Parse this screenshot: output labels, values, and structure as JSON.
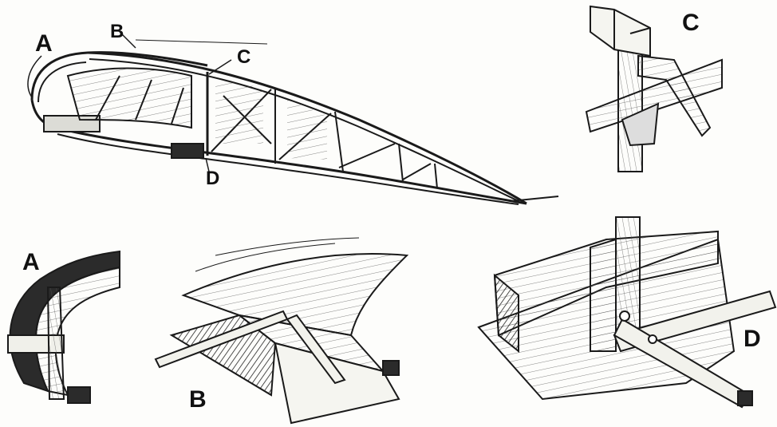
{
  "labels": {
    "wing_A": "A",
    "wing_B": "B",
    "wing_C": "C",
    "wing_D": "D",
    "detail_A": "A",
    "detail_B": "B",
    "detail_C": "C",
    "detail_D": "D"
  },
  "palette": {
    "ink": "#1a1a1a",
    "paper": "#fdfdfb",
    "shade": "#3a3a3a"
  }
}
